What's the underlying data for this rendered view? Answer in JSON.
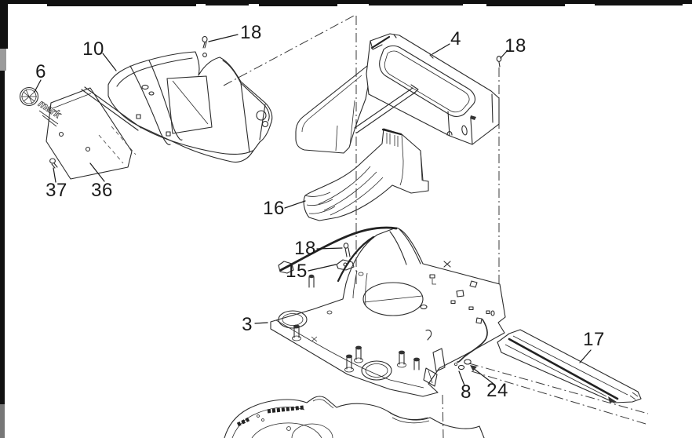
{
  "figure": {
    "type": "exploded-parts-diagram",
    "background": "#ffffff",
    "line_color": "#2b2b2b",
    "frame_bar_color": "#111111"
  },
  "emblem": {
    "text": "mark"
  },
  "callouts": {
    "part18_top": {
      "label": "18"
    },
    "part10": {
      "label": "10"
    },
    "part6": {
      "label": "6"
    },
    "part37": {
      "label": "37"
    },
    "part36": {
      "label": "36"
    },
    "part4": {
      "label": "4"
    },
    "part18_right": {
      "label": "18"
    },
    "part16": {
      "label": "16"
    },
    "part18_mid": {
      "label": "18"
    },
    "part15": {
      "label": "15"
    },
    "part3": {
      "label": "3"
    },
    "part17": {
      "label": "17"
    },
    "part8": {
      "label": "8"
    },
    "part24": {
      "label": "24"
    }
  },
  "part_numbers_visible": [
    "3",
    "4",
    "6",
    "8",
    "10",
    "15",
    "16",
    "17",
    "18",
    "24",
    "36",
    "37"
  ]
}
